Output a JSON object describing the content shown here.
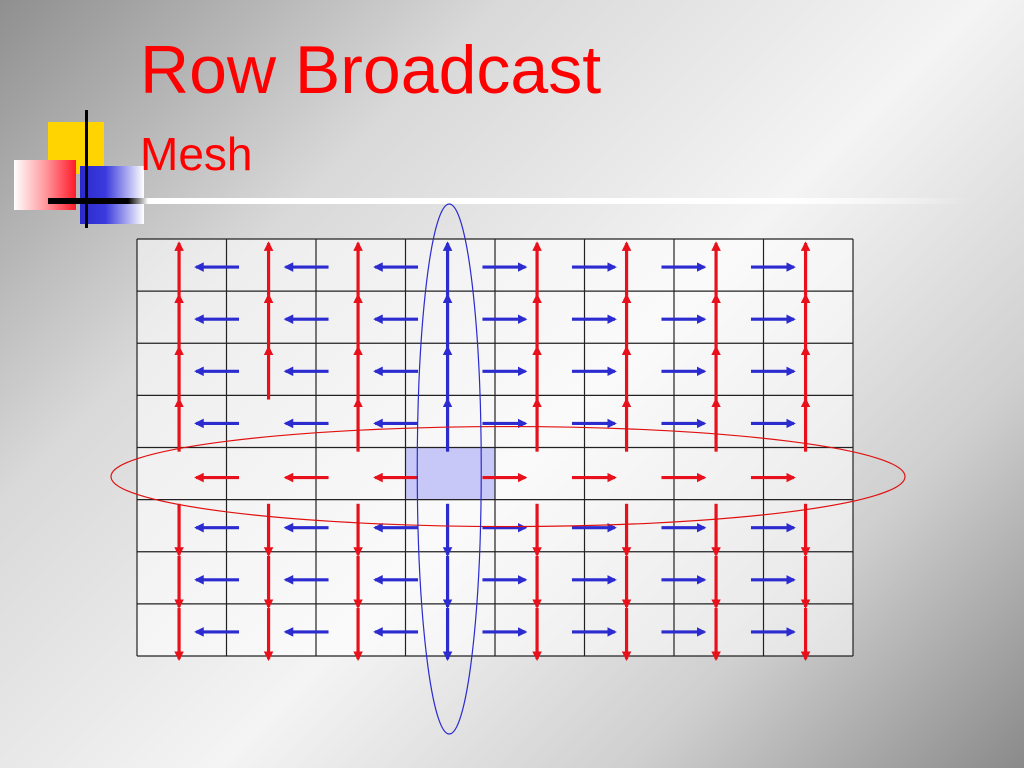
{
  "slide": {
    "title": "Row Broadcast",
    "subtitle": "Mesh"
  },
  "colors": {
    "title": "#ff0000",
    "red_arrow": "#e8111b",
    "blue_arrow": "#2b2bd0",
    "source_cell": "#c8c8f8",
    "grid_line": "#222222",
    "ellipse_row": "#e01010",
    "ellipse_col": "#2b2bd0",
    "logo_yellow": "#ffd400",
    "logo_blue": "#2a2acc",
    "logo_pink": "#ff1a2a"
  },
  "mesh": {
    "rows": 8,
    "cols": 8,
    "source": {
      "row": 4,
      "col": 3
    },
    "arrow_rows": [
      {
        "row": 0,
        "h": [
          "blue-left",
          "blue-left",
          "blue-left",
          "blue-right",
          "blue-right",
          "blue-right",
          "blue-right"
        ],
        "v": [
          "red-up",
          "red-up",
          "red-up",
          "blue-up",
          "red-up",
          "red-up",
          "red-up",
          "red-up"
        ]
      },
      {
        "row": 1,
        "h": [
          "blue-left",
          "blue-left",
          "blue-left",
          "blue-right",
          "blue-right",
          "blue-right",
          "blue-right"
        ],
        "v": [
          "red-up",
          "red-up",
          "red-up",
          "blue-up",
          "red-up",
          "red-up",
          "red-up",
          "red-up"
        ]
      },
      {
        "row": 2,
        "h": [
          "blue-left",
          "blue-left",
          "blue-left",
          "blue-right",
          "blue-right",
          "blue-right",
          "blue-right"
        ],
        "v": [
          "red-up",
          "red-up",
          "red-up",
          "blue-up",
          "red-up",
          "red-up",
          "red-up",
          "red-up"
        ]
      },
      {
        "row": 3,
        "h": [
          "blue-left",
          "blue-left",
          "blue-left",
          "blue-right",
          "blue-right",
          "blue-right",
          "blue-right"
        ],
        "v": [
          "red-up",
          "",
          "red-up",
          "blue-up",
          "red-up",
          "red-up",
          "red-up",
          "red-up"
        ]
      },
      {
        "row": 4,
        "h": [
          "red-left",
          "red-left",
          "red-left",
          "red-right",
          "red-right",
          "red-right",
          "red-right"
        ],
        "v": [
          "",
          "",
          "",
          "",
          "",
          "",
          "",
          ""
        ]
      },
      {
        "row": 5,
        "h": [
          "blue-left",
          "blue-left",
          "blue-left",
          "blue-right",
          "blue-right",
          "blue-right",
          "blue-right"
        ],
        "v": [
          "red-down",
          "red-down",
          "red-down",
          "blue-down",
          "red-down",
          "red-down",
          "red-down",
          "red-down"
        ]
      },
      {
        "row": 6,
        "h": [
          "blue-left",
          "blue-left",
          "blue-left",
          "blue-right",
          "blue-right",
          "blue-right",
          "blue-right"
        ],
        "v": [
          "red-down",
          "red-down",
          "red-down",
          "blue-down",
          "red-down",
          "red-down",
          "red-down",
          "red-down"
        ]
      },
      {
        "row": 7,
        "h": [
          "blue-left",
          "blue-left",
          "blue-left",
          "blue-right",
          "blue-right",
          "blue-right",
          "blue-right"
        ],
        "v": [
          "red-down",
          "red-down",
          "red-down",
          "blue-down",
          "red-down",
          "red-down",
          "red-down",
          "red-down"
        ]
      }
    ]
  }
}
